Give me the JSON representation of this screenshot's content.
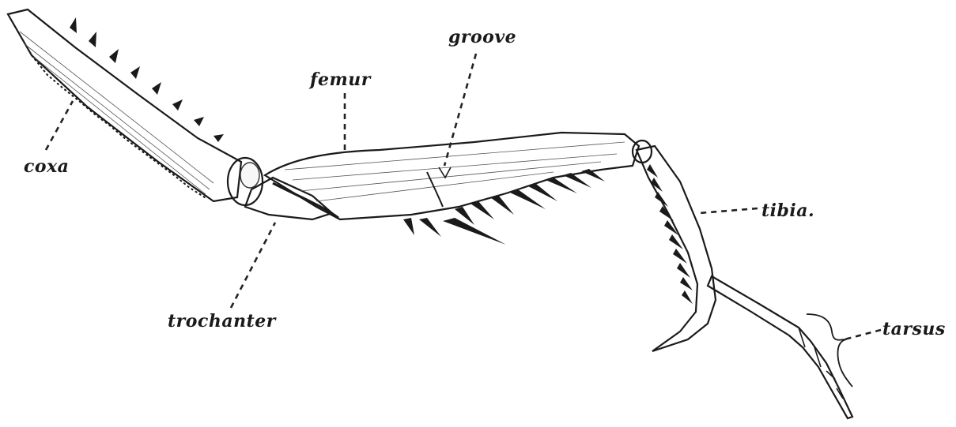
{
  "labels": {
    "coxa": "coxa",
    "femur": "femur",
    "groove": "groove",
    "tibia": "tibia.",
    "trochanter": "trochanter",
    "tarsus": "tarsus"
  }
}
